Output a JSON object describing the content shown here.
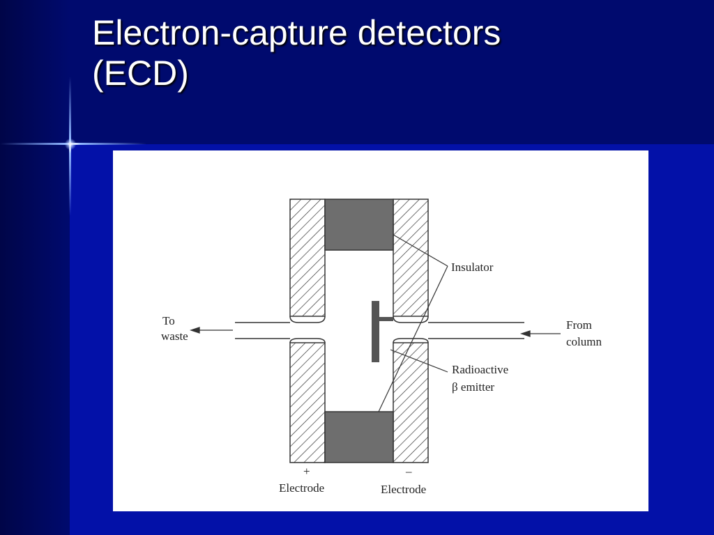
{
  "slide": {
    "title_line1": "Electron-capture detectors",
    "title_line2": "(ECD)"
  },
  "diagram": {
    "labels": {
      "to": "To",
      "waste": "waste",
      "from": "From",
      "column": "column",
      "insulator": "Insulator",
      "radioactive": "Radioactive",
      "emitter": "β emitter",
      "plus": "+",
      "minus": "–",
      "electrode_left": "Electrode",
      "electrode_right": "Electrode"
    }
  },
  "colors": {
    "background": "#000a6e",
    "lower_band": "#0311a8",
    "title_text": "#ffffff",
    "insulator_fill": "#6e6e6e"
  }
}
